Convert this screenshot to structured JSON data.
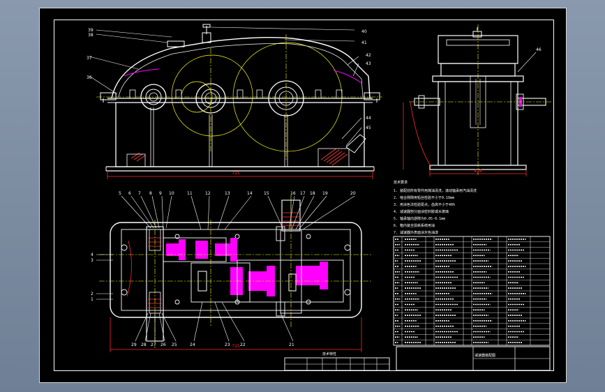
{
  "colors": {
    "background": "#000000",
    "frame": "#ffffff",
    "outline": "#ffffff",
    "dimension": "#ff2a2a",
    "center_line": "#ffff00",
    "highlight": "#ff00ff",
    "hatch": "#ff3b3b",
    "leader": "#ffffff"
  },
  "front_view": {
    "callouts_left": [
      "39",
      "38",
      "37",
      "36"
    ],
    "callouts_right": [
      "40",
      "41",
      "42",
      "43",
      "44",
      "45"
    ],
    "dimension": "725"
  },
  "side_view": {
    "callouts": [
      "46"
    ],
    "dimension": "416"
  },
  "plan_view": {
    "callouts_top": [
      "5",
      "6",
      "7",
      "8",
      "9",
      "10",
      "11",
      "12",
      "13",
      "14",
      "15",
      "16",
      "17",
      "18",
      "19",
      "20"
    ],
    "callouts_left": [
      "4",
      "3",
      "2",
      "1"
    ],
    "callouts_bottom": [
      "29",
      "28",
      "27",
      "26",
      "25",
      "24",
      "23",
      "22",
      "21"
    ],
    "dimension": "725"
  },
  "notes": {
    "heading": "技术要求",
    "lines": [
      "1. 装配前所有零件用煤油清洗，滚动轴承用汽油清洗",
      "2. 啮合侧隙用铅丝检验不小于0.16mm",
      "3. 用涂色法检验斑点，齿高不小于40%",
      "4. 减速器剖分面涂密封胶或水玻璃",
      "5. 轴承轴向游隙为0.05-0.1mm",
      "6. 箱内装全损耗系统用油",
      "7. 减速器外表面涂灰色油漆"
    ]
  },
  "title_block": {
    "heading": "减速器装配图"
  },
  "specs_table": {
    "heading": "技术特性"
  }
}
